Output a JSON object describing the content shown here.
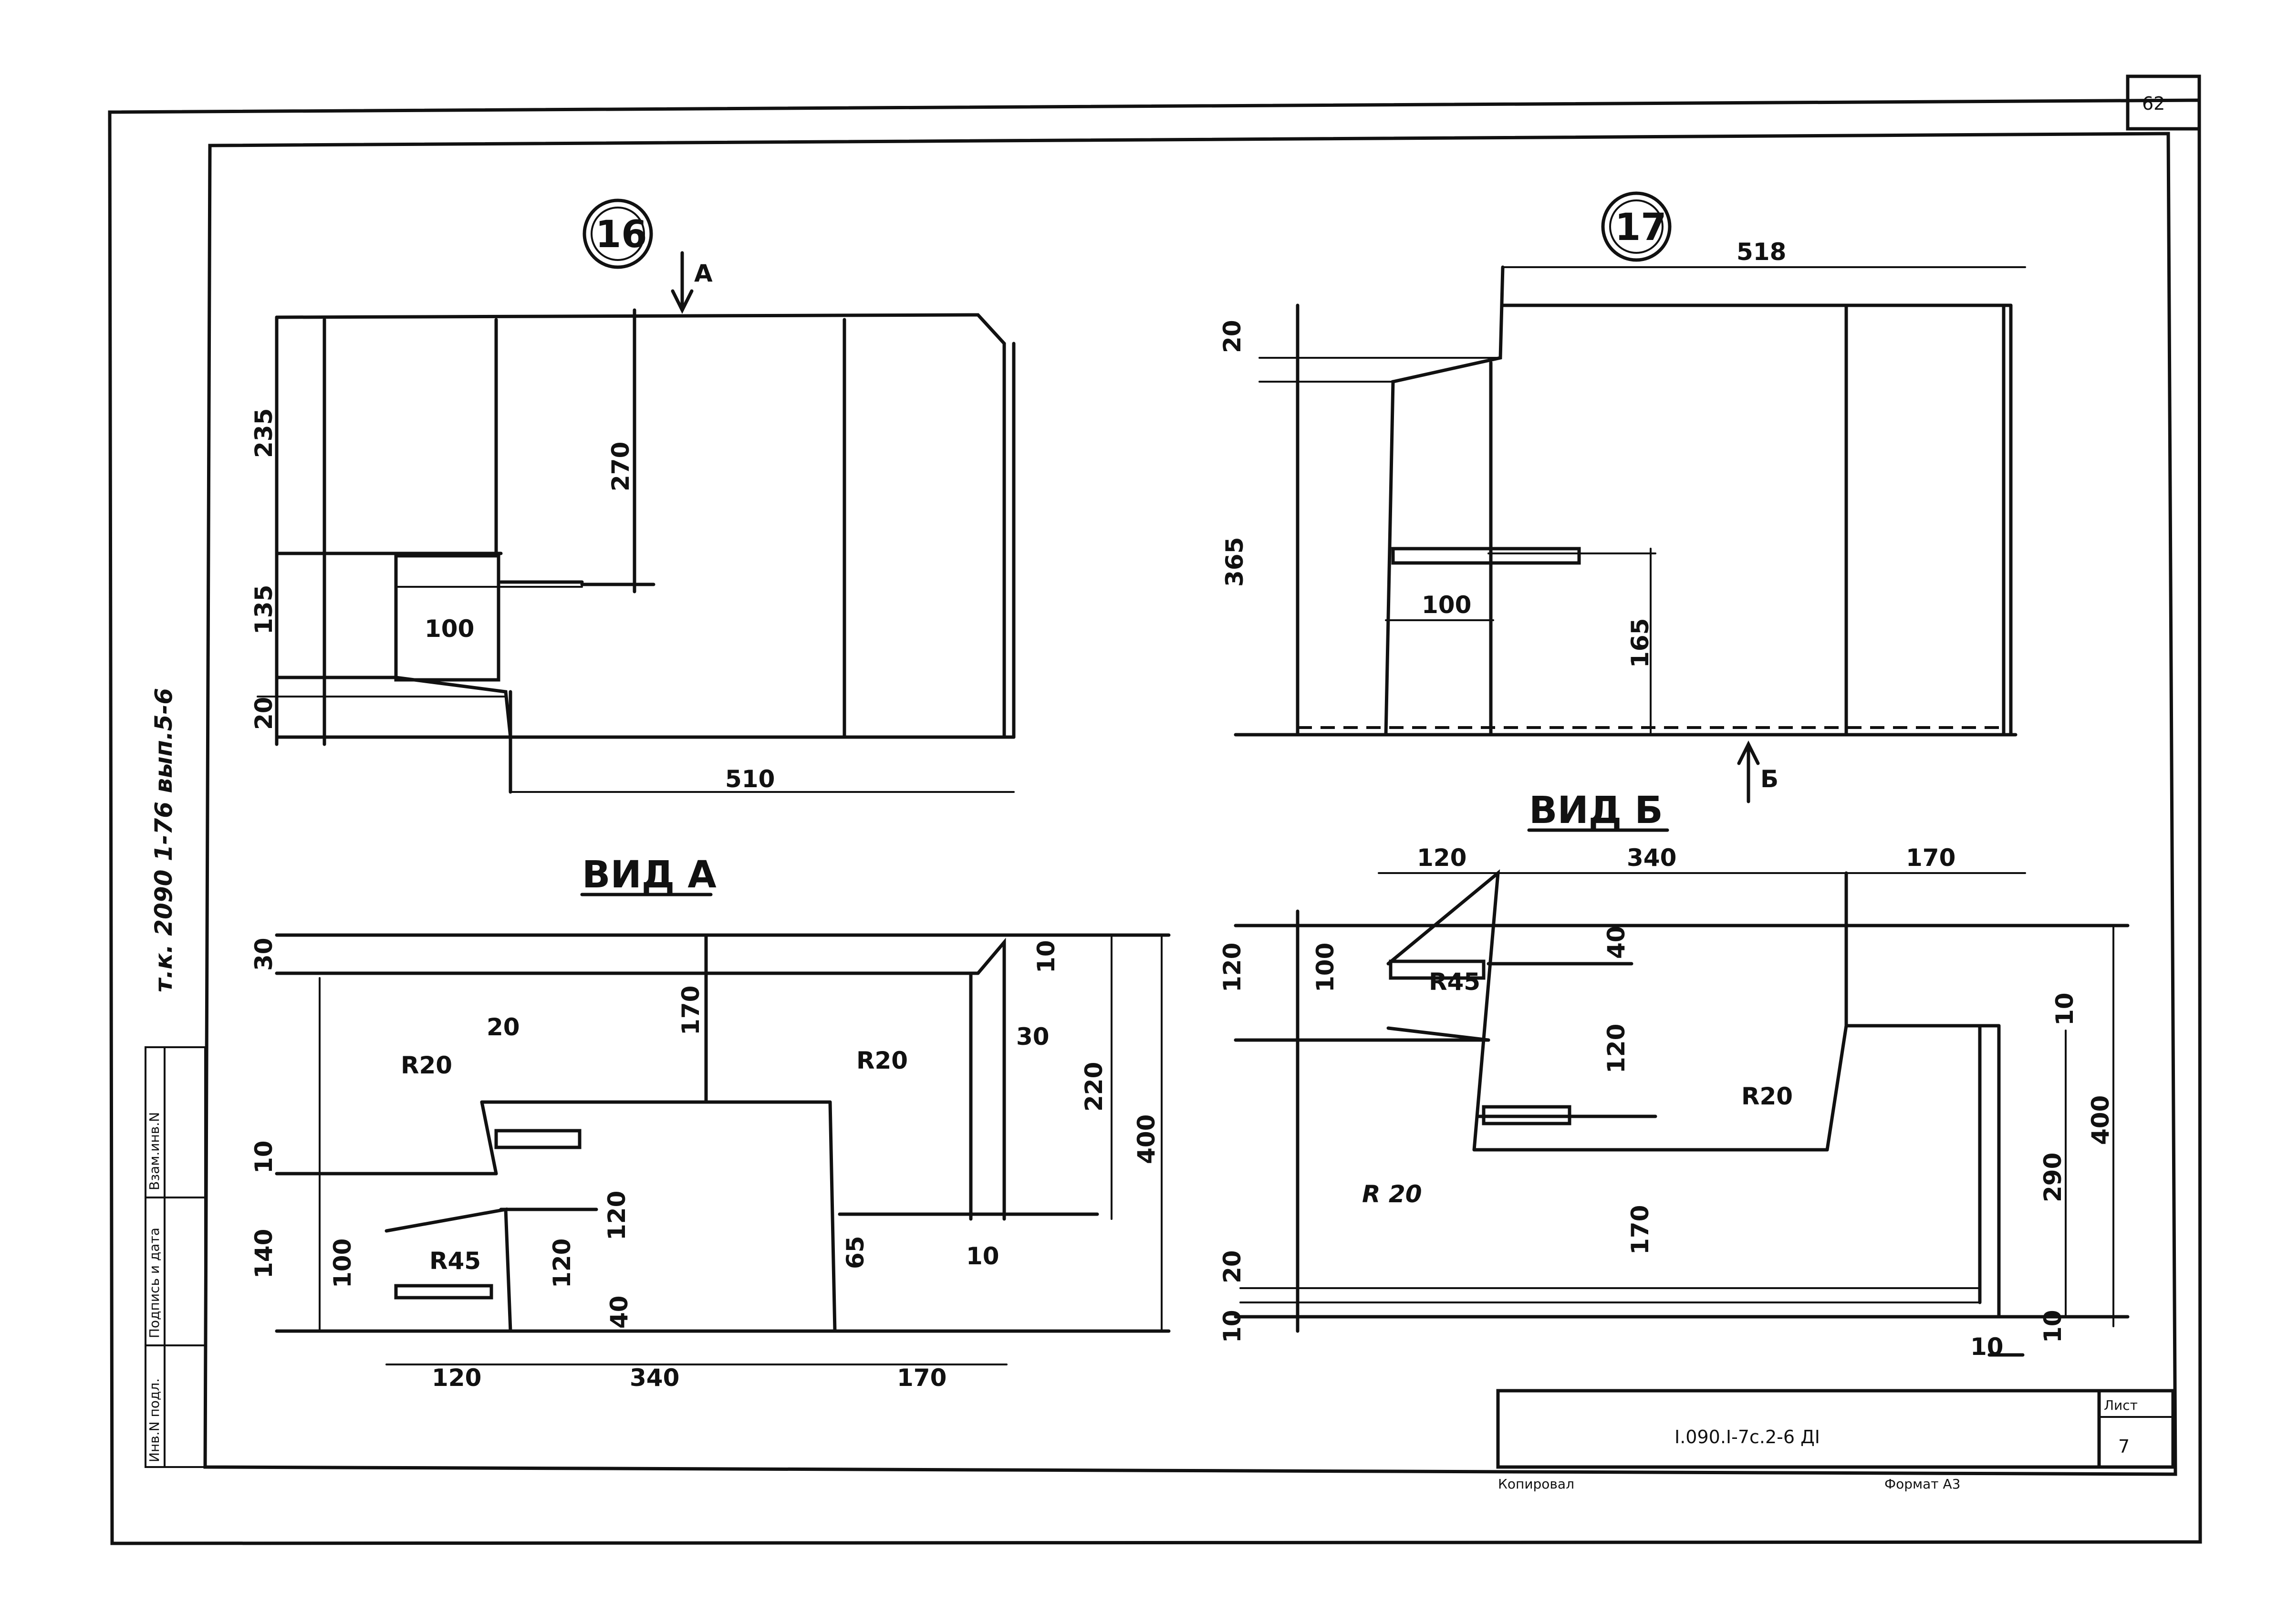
{
  "page": {
    "sheet_corner_number": "62",
    "left_stamp": [
      "Инв.N подл.",
      "Подпись и дата",
      "Взам.инв.N"
    ],
    "side_note": "т.к. 2090 1-76 вып.5-6"
  },
  "drawing_16": {
    "marker": "16",
    "section_arrow": "А",
    "dims": [
      "235",
      "270",
      "135",
      "100",
      "20",
      "510"
    ]
  },
  "drawing_17": {
    "marker": "17",
    "section_arrow": "Б",
    "dims": [
      "518",
      "20",
      "365",
      "100",
      "165"
    ]
  },
  "view_a": {
    "title": "ВИД А",
    "dims": [
      "30",
      "170",
      "10",
      "30",
      "220",
      "400",
      "20",
      "10",
      "140",
      "100",
      "120",
      "120",
      "40",
      "65",
      "10",
      "120",
      "340",
      "170"
    ],
    "radii": [
      "R20",
      "R20",
      "R45"
    ]
  },
  "view_b": {
    "title": "ВИД Б",
    "dims": [
      "120",
      "340",
      "170",
      "120",
      "100",
      "40",
      "120",
      "10",
      "400",
      "290",
      "170",
      "20",
      "10",
      "10",
      "10"
    ],
    "radii": [
      "R45",
      "R20",
      "R 20"
    ]
  },
  "title_block": {
    "code": "I.090.I-7с.2-6 ДI",
    "sheet_label": "Лист",
    "sheet_number": "7",
    "copied_label": "Копировал",
    "format_label": "Формат А3"
  }
}
